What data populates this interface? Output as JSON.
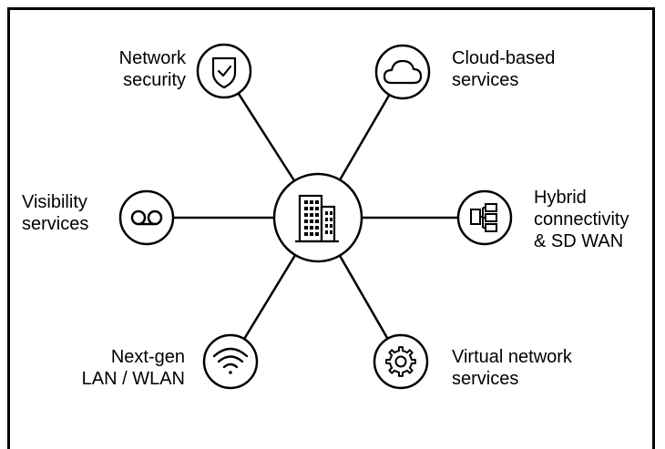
{
  "center": {
    "icon": "building-icon"
  },
  "nodes": {
    "network_security": {
      "icon": "shield-check-icon",
      "lines": [
        "Network",
        "security"
      ]
    },
    "cloud_services": {
      "icon": "cloud-icon",
      "lines": [
        "Cloud-based",
        "services"
      ]
    },
    "visibility": {
      "icon": "voicemail-icon",
      "lines": [
        "Visibility",
        "services"
      ]
    },
    "hybrid": {
      "icon": "network-tree-icon",
      "lines": [
        "Hybrid",
        "connectivity",
        "& SD WAN"
      ]
    },
    "lan": {
      "icon": "wifi-icon",
      "lines": [
        "Next-gen",
        "LAN / WLAN"
      ]
    },
    "virtual": {
      "icon": "gear-icon",
      "lines": [
        "Virtual network",
        "services"
      ]
    }
  },
  "colors": {
    "stroke": "#000000",
    "background": "#ffffff"
  }
}
